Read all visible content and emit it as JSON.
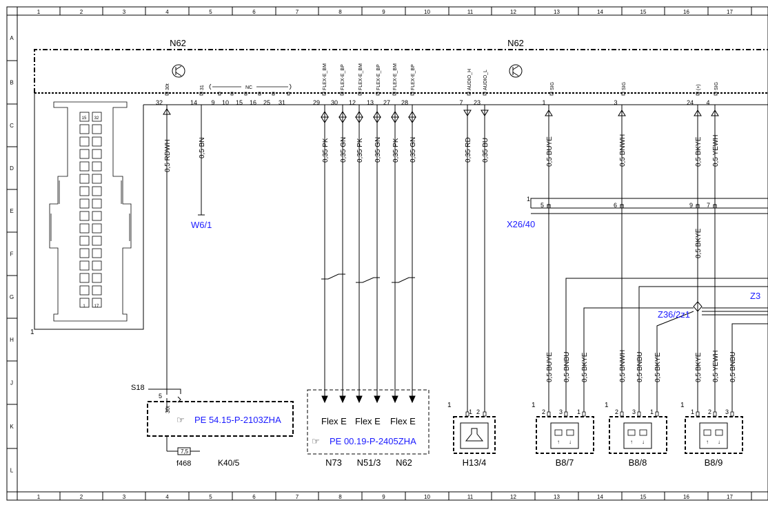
{
  "frame": {
    "columns": [
      "1",
      "2",
      "3",
      "4",
      "5",
      "6",
      "7",
      "8",
      "9",
      "10",
      "11",
      "12",
      "13",
      "14",
      "15",
      "16",
      "17"
    ],
    "rows": [
      "A",
      "B",
      "C",
      "D",
      "E",
      "F",
      "G",
      "H",
      "J",
      "K",
      "L"
    ]
  },
  "module": {
    "name_left": "N62",
    "name_right": "N62",
    "connector_marker": "1",
    "connector_face_top": [
      "15",
      "32"
    ],
    "connector_face_bottom": [
      "1",
      "17"
    ],
    "nc_label": "NC",
    "pins": [
      {
        "pin": "32",
        "sig": "30t"
      },
      {
        "pin": "14",
        "sig": "31"
      },
      {
        "pin": "9",
        "sig": ""
      },
      {
        "pin": "10",
        "sig": ""
      },
      {
        "pin": "15",
        "sig": ""
      },
      {
        "pin": "16",
        "sig": ""
      },
      {
        "pin": "25",
        "sig": ""
      },
      {
        "pin": "31",
        "sig": ""
      },
      {
        "pin": "29",
        "sig": "FLEX-E_BM"
      },
      {
        "pin": "30",
        "sig": "FLEX-E_BP"
      },
      {
        "pin": "12",
        "sig": "FLEX-E_BM"
      },
      {
        "pin": "13",
        "sig": "FLEX-E_BP"
      },
      {
        "pin": "27",
        "sig": "FLEX-E_BM"
      },
      {
        "pin": "28",
        "sig": "FLEX-E_BP"
      },
      {
        "pin": "7",
        "sig": "AUDIO_H"
      },
      {
        "pin": "23",
        "sig": "AUDIO_L"
      },
      {
        "pin": "1",
        "sig": "SIG"
      },
      {
        "pin": "3",
        "sig": "SIG"
      },
      {
        "pin": "24",
        "sig": "(+)"
      },
      {
        "pin": "4",
        "sig": "SIG"
      }
    ]
  },
  "wires": {
    "rdwh": "0,5 RDWH",
    "bn": "0,5 BN",
    "pk1": "0,35 PK",
    "gn1": "0,35 GN",
    "pk2": "0,35 PK",
    "gn2": "0,35 GN",
    "pk3": "0,35 PK",
    "gn3": "0,35 GN",
    "rd": "0,35 RD",
    "bu": "0,35 BU",
    "buye": "0,5 BUYE",
    "bnwh": "0,5 BNWH",
    "bkye": "0,5 BKYE",
    "yewh": "0,5 YEWH",
    "bkye_mid": "0,5 BKYE"
  },
  "ground": "W6/1",
  "x26": {
    "label": "X26/40",
    "marker": "1",
    "pins": [
      "5",
      "6",
      "9",
      "7"
    ]
  },
  "z36": {
    "label": "Z36/2z1",
    "label_cut": "Z3"
  },
  "lower_wires": {
    "b87": [
      "0,5 BUYE",
      "0,5 BNBU",
      "0,5 BKYE"
    ],
    "b88": [
      "0,5 BNWH",
      "0,5 BNBU",
      "0,5 BKYE"
    ],
    "b89": [
      "0,5 BKYE",
      "0,5 YEWH",
      "0,5 BNBU"
    ]
  },
  "s18": {
    "label": "S18",
    "pin": "5",
    "term": "30t",
    "ref": "PE 54.15-P-2103ZHA"
  },
  "fuse": {
    "rating": "7,5",
    "name": "f468",
    "box": "K40/5"
  },
  "flex": {
    "labels": [
      "Flex E",
      "Flex E",
      "Flex E"
    ],
    "ref": "PE 00.19-P-2405ZHA",
    "names": [
      "N73",
      "N51/3",
      "N62"
    ]
  },
  "h13": {
    "name": "H13/4",
    "marker": "1",
    "pins": [
      "1",
      "2"
    ]
  },
  "sensors": [
    {
      "name": "B8/7",
      "marker": "1",
      "pins": [
        "2",
        "3",
        "1"
      ]
    },
    {
      "name": "B8/8",
      "marker": "1",
      "pins": [
        "2",
        "3",
        "1"
      ]
    },
    {
      "name": "B8/9",
      "marker": "1",
      "pins": [
        "1",
        "2",
        "3"
      ]
    }
  ],
  "colors": {
    "link": "#1a1aff",
    "line": "#000000",
    "grid": "#000000"
  }
}
